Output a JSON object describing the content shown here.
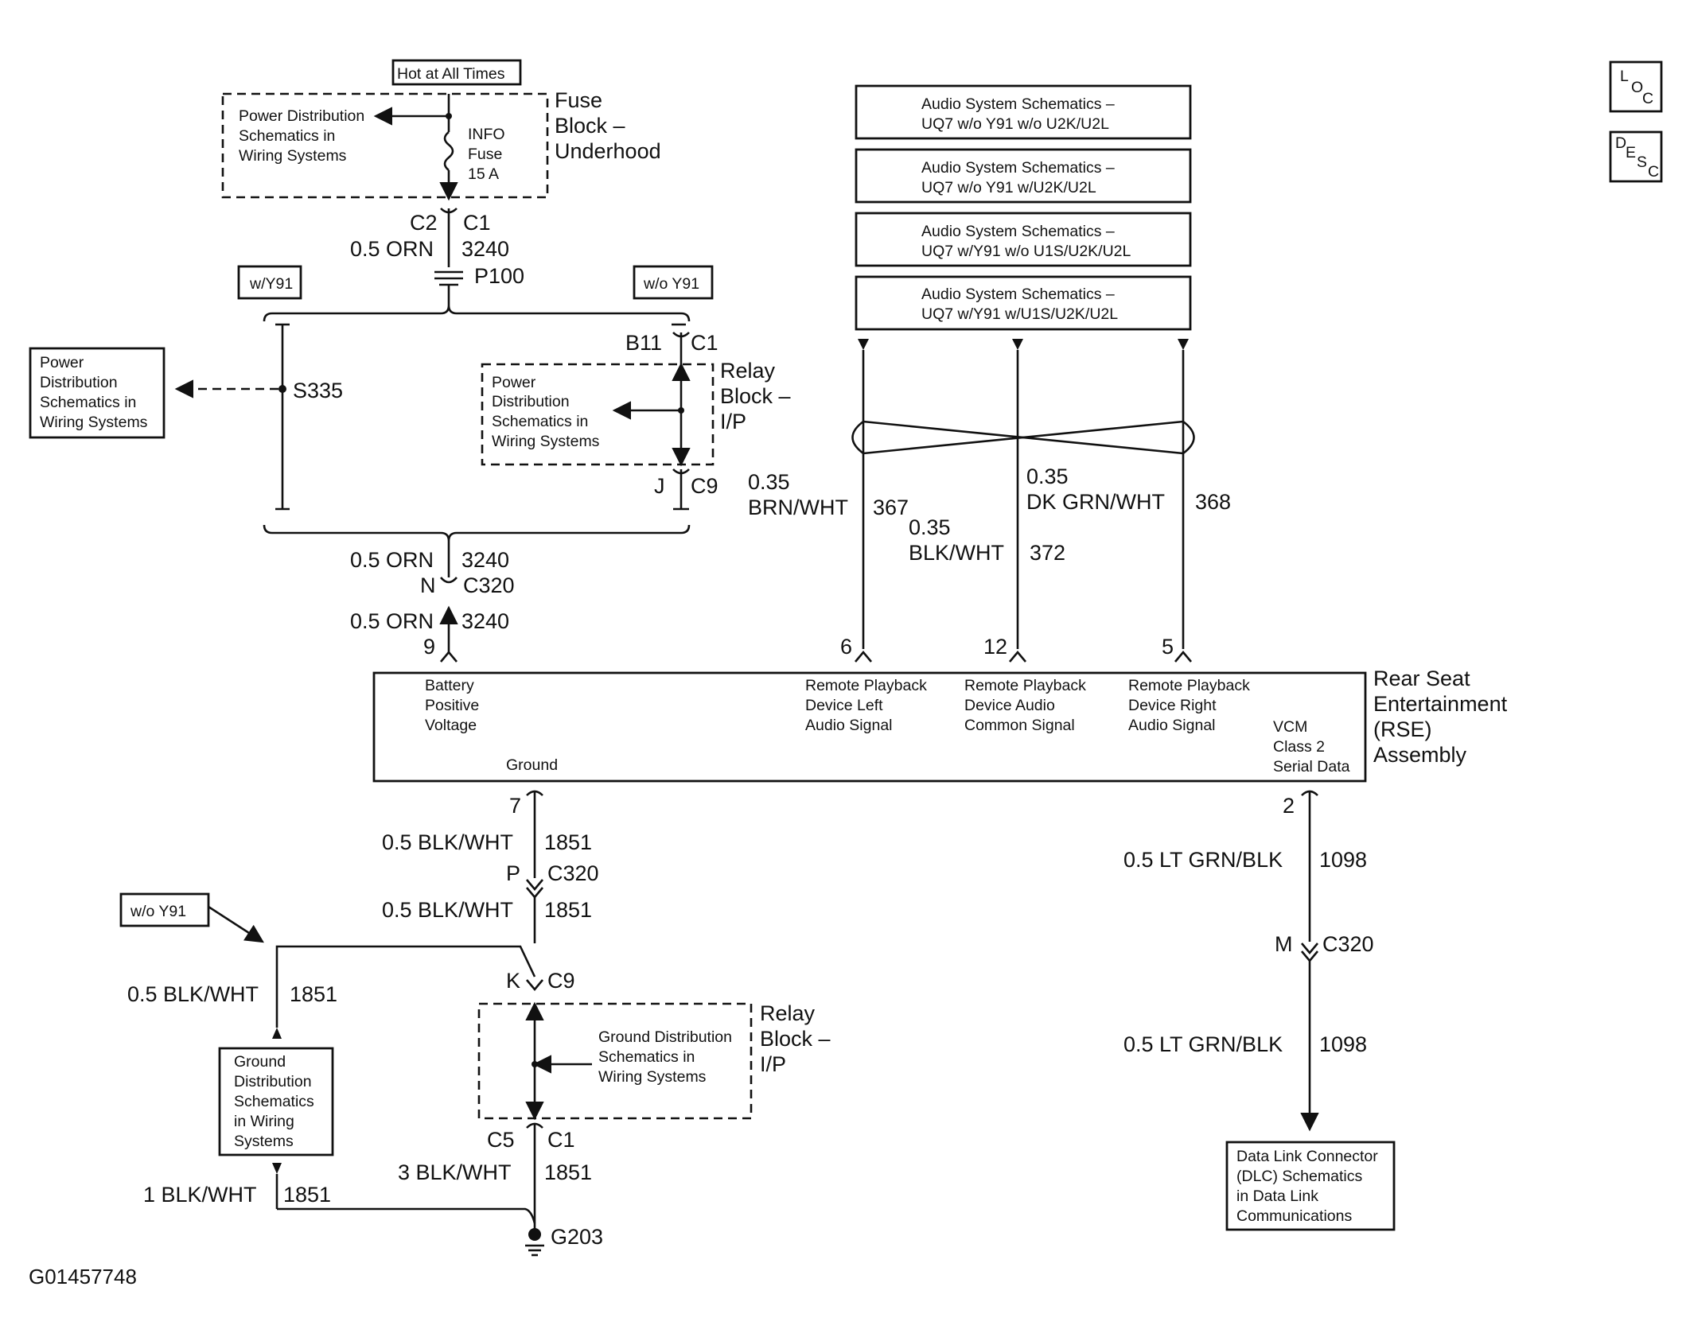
{
  "figure_id": "G01457748",
  "nav_icons": {
    "loc": [
      "L",
      "O",
      "C"
    ],
    "desc": [
      "D",
      "E",
      "S",
      "C"
    ]
  },
  "labels": {
    "hot_at_all_times": "Hot at All Times",
    "w_y91": "w/Y91",
    "wo_y91": "w/o Y91",
    "wo_y91_lower": "w/o Y91"
  },
  "fuse_block": {
    "title": [
      "Fuse",
      "Block –",
      "Underhood"
    ],
    "ref": [
      "Power Distribution",
      "Schematics in",
      "Wiring Systems"
    ],
    "fuse": [
      "INFO",
      "Fuse",
      "15 A"
    ]
  },
  "relay_block_upper": {
    "title": [
      "Relay",
      "Block –",
      "I/P"
    ],
    "ref": [
      "Power",
      "Distribution",
      "Schematics in",
      "Wiring Systems"
    ]
  },
  "relay_block_lower": {
    "title": [
      "Relay",
      "Block –",
      "I/P"
    ],
    "ref": [
      "Ground Distribution",
      "Schematics in",
      "Wiring Systems"
    ]
  },
  "power_ref_left": [
    "Power",
    "Distribution",
    "Schematics in",
    "Wiring Systems"
  ],
  "ground_ref_left": [
    "Ground",
    "Distribution",
    "Schematics",
    "in Wiring",
    "Systems"
  ],
  "dlc_ref": [
    "Data Link Connector",
    "(DLC) Schematics",
    "in Data Link",
    "Communications"
  ],
  "audio_refs": [
    [
      "Audio System Schematics –",
      "UQ7 w/o Y91 w/o U2K/U2L"
    ],
    [
      "Audio System Schematics –",
      "UQ7 w/o Y91 w/U2K/U2L"
    ],
    [
      "Audio System Schematics –",
      "UQ7 w/Y91 w/o U1S/U2K/U2L"
    ],
    [
      "Audio System Schematics –",
      "UQ7 w/Y91 w/U1S/U2K/U2L"
    ]
  ],
  "rse": {
    "title": [
      "Rear Seat",
      "Entertainment",
      "(RSE)",
      "Assembly"
    ],
    "battery": [
      "Battery",
      "Positive",
      "Voltage"
    ],
    "ground": "Ground",
    "left_audio": [
      "Remote Playback",
      "Device Left",
      "Audio Signal"
    ],
    "common_audio": [
      "Remote Playback",
      "Device Audio",
      "Common Signal"
    ],
    "right_audio": [
      "Remote Playback",
      "Device Right",
      "Audio Signal"
    ],
    "vcm": [
      "VCM",
      "Class 2",
      "Serial Data"
    ]
  },
  "connectors": {
    "c2": "C2",
    "c1_top": "C1",
    "p100": "P100",
    "b11": "B11",
    "c1_relay": "C1",
    "s335": "S335",
    "j": "J",
    "c9_upper": "C9",
    "n": "N",
    "c320_upper": "C320",
    "pin9": "9",
    "pin6": "6",
    "pin12": "12",
    "pin5": "5",
    "pin7": "7",
    "pin2": "2",
    "p": "P",
    "c320_mid": "C320",
    "k": "K",
    "c9_lower": "C9",
    "c5": "C5",
    "c1_lower": "C1",
    "m": "M",
    "c320_right": "C320",
    "g203": "G203"
  },
  "wires": {
    "orn_top": {
      "gauge_color": "0.5 ORN",
      "circuit": "3240"
    },
    "orn_a": {
      "gauge_color": "0.5 ORN",
      "circuit": "3240"
    },
    "orn_b": {
      "gauge_color": "0.5 ORN",
      "circuit": "3240"
    },
    "brn": {
      "gauge": "0.35",
      "color": "BRN/WHT",
      "circuit": "367"
    },
    "blk372": {
      "gauge": "0.35",
      "color": "BLK/WHT",
      "circuit": "372"
    },
    "dkgrn": {
      "gauge": "0.35",
      "color": "DK GRN/WHT",
      "circuit": "368"
    },
    "blk_a": {
      "gauge_color": "0.5 BLK/WHT",
      "circuit": "1851"
    },
    "blk_b": {
      "gauge_color": "0.5 BLK/WHT",
      "circuit": "1851"
    },
    "blk_left": {
      "gauge_color": "0.5 BLK/WHT",
      "circuit": "1851"
    },
    "blk_3": {
      "gauge_color": "3 BLK/WHT",
      "circuit": "1851"
    },
    "blk_1": {
      "gauge_color": "1 BLK/WHT",
      "circuit": "1851"
    },
    "ltgrn_a": {
      "gauge_color": "0.5 LT GRN/BLK",
      "circuit": "1098"
    },
    "ltgrn_b": {
      "gauge_color": "0.5 LT GRN/BLK",
      "circuit": "1098"
    }
  }
}
